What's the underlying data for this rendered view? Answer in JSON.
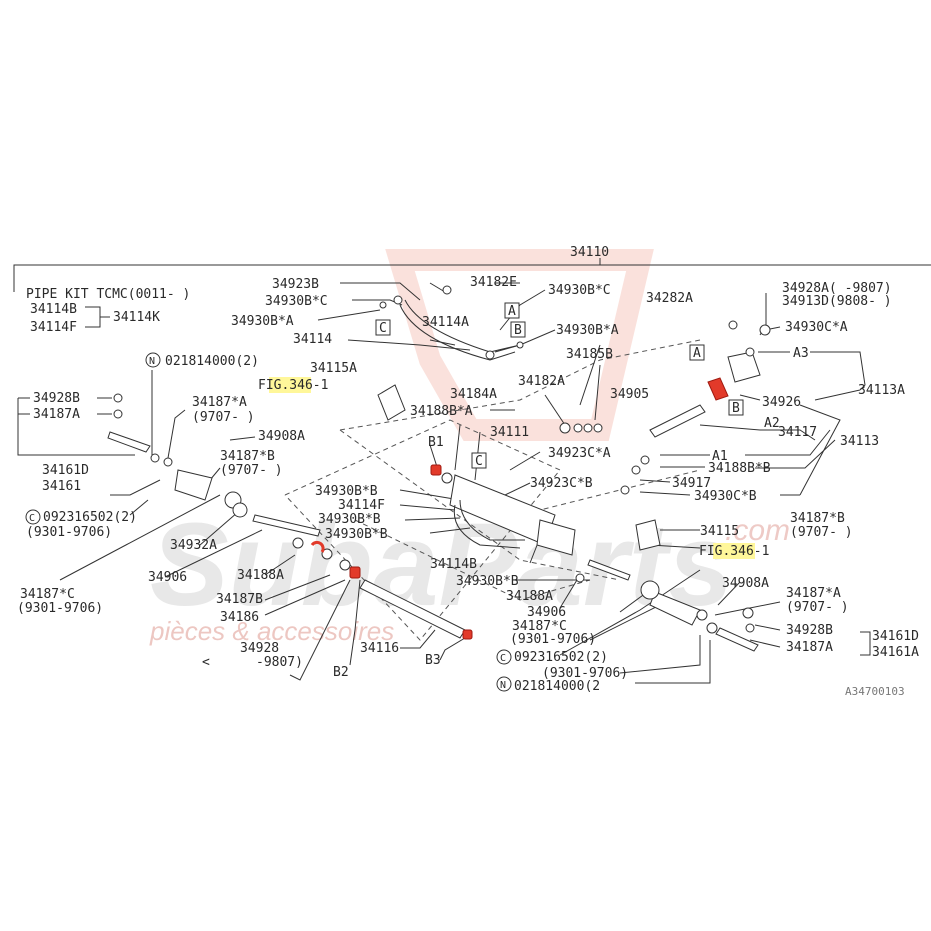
{
  "diagram": {
    "assembly_number": "34110",
    "pipe_kit": "PIPE KIT TCMC(0011-   )",
    "highlight_color": "#fff79a",
    "accent_red": "#e23a2a",
    "watermark": {
      "brand": "SubaParts",
      "tagline": "pièces & accessoires",
      "suffix": ".com",
      "color": "#d8d8d8",
      "logo_color": "#f6c9c0"
    },
    "labels": {
      "l34923B": "34923B",
      "l34182E": "34182E",
      "l34930BC_top": "34930B*C",
      "l34930BC_left": "34930B*C",
      "l34930BA_left": "34930B*A",
      "l34930BA_mid": "34930B*A",
      "l34114A": "34114A",
      "l34114": "34114",
      "l34185B": "34185B",
      "l34282A": "34282A",
      "l34928A": "34928A(  -9807)",
      "l34913D": "34913D(9808-   )",
      "l34930CA": "34930C*A",
      "lA3": "A3",
      "l34113A": "34113A",
      "l34926": "34926",
      "lA2": "A2",
      "l34117": "34117",
      "l34113": "34113",
      "lA1": "A1",
      "l34188BB": "34188B*B",
      "l34917": "34917",
      "l34930CB": "34930C*B",
      "l34115A": "34115A",
      "lFIG346_left": "FIG.346-1",
      "l34184A": "34184A",
      "l34182A": "34182A",
      "l34905": "34905",
      "l34188BA": "34188B*A",
      "lB1": "B1",
      "l34111": "34111",
      "l34923CA": "34923C*A",
      "l34923CB": "34923C*B",
      "l34930BB_1": "34930B*B",
      "l34114F": "34114F",
      "l34930BB_2": "34930B*B",
      "l34930BB_3": "34930B*B",
      "l34114B": "34114B",
      "l34930BB_4": "34930B*B",
      "l34115": "34115",
      "l34187B_right": "34187*B",
      "l9707_right_B": "(9707-    )",
      "lFIG346_right": "FIG.346-1",
      "l34908A_right": "34908A",
      "l34187A_right": "34187*A",
      "l9707_right_A": "(9707-    )",
      "l34928B_right": "34928B",
      "l34187A_right2": "34187A",
      "l34161D_right": "34161D",
      "l34161A_right": "34161A",
      "l34188A_mid": "34188A",
      "l34906_mid": "34906",
      "l34187C_mid": "34187*C",
      "l9301_mid": "(9301-9706)",
      "lC092_mid": "092316502(2)",
      "l9301_mid2": "(9301-9706)",
      "lN021_mid": "021814000(2",
      "l34114B_left": "34114B",
      "l34114F_left": "34114F",
      "l34114K": "34114K",
      "lN021_left": "021814000(2)",
      "l34928B_left": "34928B",
      "l34187A_left": "34187A",
      "l34187A_left2": "34187*A",
      "l9707_left_A": "(9707-   )",
      "l34908A_left": "34908A",
      "l34187B_left": "34187*B",
      "l9707_left_B": "(9707-    )",
      "l34161D_left": "34161D",
      "l34161_left": "34161",
      "lC092_left": "092316502(2)",
      "l9301_left": "(9301-9706)",
      "l34932A": "34932A",
      "l34906_left": "34906",
      "l34188A_left": "34188A",
      "l34187C_left": "34187*C",
      "l9301_left2": "(9301-9706)",
      "l34187B_low": "34187B",
      "l34186": "34186",
      "l34928_low": "34928",
      "l9807_low": "-9807)",
      "lB2": "B2",
      "l34116": "34116",
      "lB3": "B3",
      "lLess": "<",
      "lCode": "A34700103",
      "boxA_top": "A",
      "boxB_top": "B",
      "boxC_top": "C",
      "boxA_right": "A",
      "boxB_right": "B",
      "boxC_mid": "C",
      "circN_left": "N",
      "circC_left": "C",
      "circC_mid": "C",
      "circN_mid": "N"
    }
  }
}
